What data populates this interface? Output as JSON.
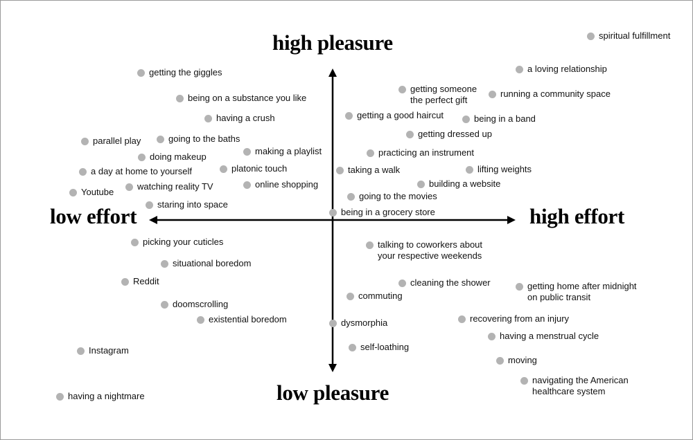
{
  "axis_labels": {
    "top": "high pleasure",
    "bottom": "low pleasure",
    "left": "low effort",
    "right": "high effort"
  },
  "colors": {
    "dot": "#b3b3b3",
    "axis": "#000000",
    "text": "#111111"
  },
  "items": [
    {
      "label": "spiritual fulfillment"
    },
    {
      "label": "a loving relationship"
    },
    {
      "label": "getting the giggles"
    },
    {
      "label": "getting someone\nthe perfect gift"
    },
    {
      "label": "running a community space"
    },
    {
      "label": "being on a substance you like"
    },
    {
      "label": "getting a good haircut"
    },
    {
      "label": "being in a band"
    },
    {
      "label": "having a crush"
    },
    {
      "label": "getting dressed up"
    },
    {
      "label": "going to the baths"
    },
    {
      "label": "parallel play"
    },
    {
      "label": "making a playlist"
    },
    {
      "label": "practicing an instrument"
    },
    {
      "label": "doing makeup"
    },
    {
      "label": "platonic touch"
    },
    {
      "label": "taking a walk"
    },
    {
      "label": "lifting weights"
    },
    {
      "label": "a day at home to yourself"
    },
    {
      "label": "online shopping"
    },
    {
      "label": "building a website"
    },
    {
      "label": "watching reality TV"
    },
    {
      "label": "Youtube"
    },
    {
      "label": "going to the movies"
    },
    {
      "label": "staring into space"
    },
    {
      "label": "being in a grocery store"
    },
    {
      "label": "picking your cuticles"
    },
    {
      "label": "talking to coworkers about\nyour respective weekends"
    },
    {
      "label": "situational boredom"
    },
    {
      "label": "Reddit"
    },
    {
      "label": "cleaning the shower"
    },
    {
      "label": "getting home after midnight\non public transit"
    },
    {
      "label": "commuting"
    },
    {
      "label": "doomscrolling"
    },
    {
      "label": "existential boredom"
    },
    {
      "label": "recovering from an injury"
    },
    {
      "label": "dysmorphia"
    },
    {
      "label": "having a menstrual cycle"
    },
    {
      "label": "self-loathing"
    },
    {
      "label": "Instagram"
    },
    {
      "label": "moving"
    },
    {
      "label": "navigating the American\nhealthcare system"
    },
    {
      "label": "having a nightmare"
    }
  ]
}
